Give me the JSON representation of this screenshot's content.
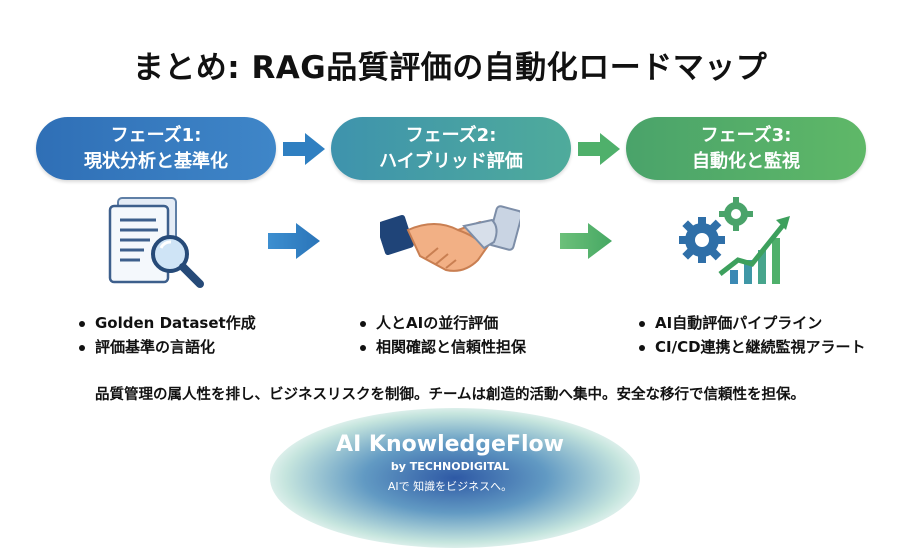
{
  "title": "まとめ: RAG品質評価の自動化ロードマップ",
  "phases": [
    {
      "label": "フェーズ1:",
      "subtitle": "現状分析と基準化",
      "icon": "document-search-icon",
      "bullets": [
        "Golden Dataset作成",
        "評価基準の言語化"
      ]
    },
    {
      "label": "フェーズ2:",
      "subtitle": "ハイブリッド評価",
      "icon": "handshake-icon",
      "bullets": [
        "人とAIの並行評価",
        "相関確認と信頼性担保"
      ]
    },
    {
      "label": "フェーズ3:",
      "subtitle": "自動化と監視",
      "icon": "gears-chart-icon",
      "bullets": [
        "AI自動評価パイプライン",
        "CI/CD連携と継続監視アラート"
      ]
    }
  ],
  "summary": "品質管理の属人性を排し、ビジネスリスクを制御。チームは創造的活動へ集中。安全な移行で信頼性を担保。",
  "brand": {
    "name": "AI KnowledgeFlow",
    "by": "by TECHNODIGITAL",
    "tagline": "AIで 知識をビジネスへ。"
  },
  "colors": {
    "phase1": "#3579bd",
    "phase2": "#46a0a4",
    "phase3": "#55ae68",
    "arrow_blue": "#2f7fc1",
    "arrow_green": "#4fb06b"
  }
}
